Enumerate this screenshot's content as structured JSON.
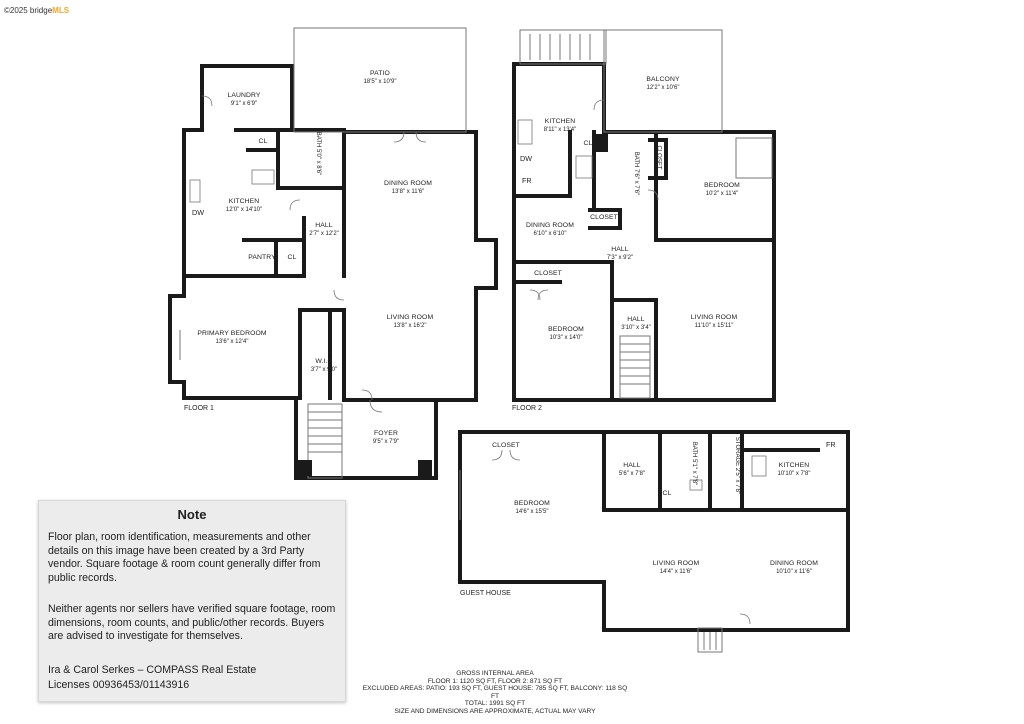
{
  "header": {
    "copyright": "©2025 bridge",
    "brand": "MLS"
  },
  "floors": {
    "floor1": {
      "label": "FLOOR 1",
      "rooms": [
        {
          "name": "PATIO",
          "dims": "18'5\" x 10'9\""
        },
        {
          "name": "LAUNDRY",
          "dims": "9'1\" x 6'9\""
        },
        {
          "name": "CL",
          "dims": ""
        },
        {
          "name": "BATH",
          "dims": "5'0\" x 8'6\""
        },
        {
          "name": "KITCHEN",
          "dims": "12'0\" x 14'10\""
        },
        {
          "name": "DINING ROOM",
          "dims": "13'8\" x 11'6\""
        },
        {
          "name": "HALL",
          "dims": "2'7\" x 12'2\""
        },
        {
          "name": "PANTRY",
          "dims": ""
        },
        {
          "name": "CL",
          "dims": ""
        },
        {
          "name": "PRIMARY BEDROOM",
          "dims": "13'6\" x 12'4\""
        },
        {
          "name": "LIVING ROOM",
          "dims": "13'8\" x 16'2\""
        },
        {
          "name": "W.I.C",
          "dims": "3'7\" x 9'0\""
        },
        {
          "name": "FOYER",
          "dims": "9'5\" x 7'9\""
        }
      ],
      "tags": {
        "dw": "DW"
      }
    },
    "floor2": {
      "label": "FLOOR 2",
      "rooms": [
        {
          "name": "BALCONY",
          "dims": "12'2\" x 10'6\""
        },
        {
          "name": "KITCHEN",
          "dims": "8'11\" x 13'4\""
        },
        {
          "name": "CL",
          "dims": ""
        },
        {
          "name": "BATH",
          "dims": "7'6\" x 7'6\""
        },
        {
          "name": "CLOSET",
          "dims": ""
        },
        {
          "name": "BEDROOM",
          "dims": "10'2\" x 11'4\""
        },
        {
          "name": "DINING ROOM",
          "dims": "6'10\" x 6'10\""
        },
        {
          "name": "CLOSET",
          "dims": ""
        },
        {
          "name": "HALL",
          "dims": "7'3\" x 9'2\""
        },
        {
          "name": "CLOSET",
          "dims": ""
        },
        {
          "name": "BEDROOM",
          "dims": "10'3\" x 14'0\""
        },
        {
          "name": "HALL",
          "dims": "3'10\" x 3'4\""
        },
        {
          "name": "LIVING ROOM",
          "dims": "11'10\" x 15'11\""
        }
      ],
      "tags": {
        "dw": "DW",
        "fr": "FR"
      }
    },
    "guest": {
      "label": "GUEST HOUSE",
      "rooms": [
        {
          "name": "CLOSET",
          "dims": ""
        },
        {
          "name": "HALL",
          "dims": "5'6\" x 7'8\""
        },
        {
          "name": "BATH",
          "dims": "5'1\" x 7'8\""
        },
        {
          "name": "STORAGE",
          "dims": "2'5\" x 7'8\""
        },
        {
          "name": "KITCHEN",
          "dims": "10'10\" x 7'8\""
        },
        {
          "name": "CL",
          "dims": ""
        },
        {
          "name": "BEDROOM",
          "dims": "14'6\" x 15'5\""
        },
        {
          "name": "LIVING ROOM",
          "dims": "14'4\" x 11'6\""
        },
        {
          "name": "DINING ROOM",
          "dims": "10'10\" x 11'6\""
        }
      ],
      "tags": {
        "fr": "FR"
      }
    }
  },
  "note": {
    "title": "Note",
    "p1": "Floor plan, room identification, measurements and other details on this image have been created by a 3rd Party vendor. Square footage & room count generally differ from public records.",
    "p2": "Neither agents nor sellers have verified square footage, room dimensions, room counts, and public/other records. Buyers are advised to investigate for themselves.",
    "p3": "Ira & Carol Serkes – COMPASS Real Estate",
    "p4": "Licenses 00936453/01143916"
  },
  "gross": {
    "title": "GROSS INTERNAL AREA",
    "line1": "FLOOR 1: 1120 SQ FT, FLOOR 2: 871 SQ FT",
    "line2": "EXCLUDED AREAS: PATIO: 193 SQ FT, GUEST HOUSE: 785 SQ FT, BALCONY: 118 SQ FT",
    "line3": "TOTAL: 1991 SQ FT",
    "line4": "SIZE AND DIMENSIONS ARE APPROXIMATE, ACTUAL MAY VARY"
  },
  "colors": {
    "wall": "#1a1a1a",
    "thin": "#777777",
    "noteBg": "#ececec",
    "brand": "#f5a623"
  }
}
